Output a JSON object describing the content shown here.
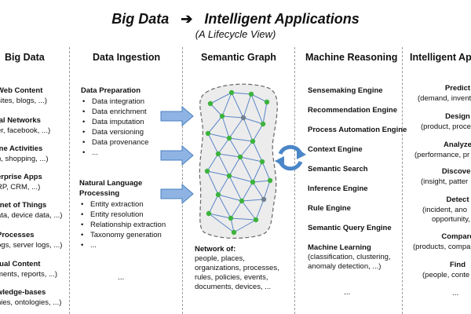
{
  "title": {
    "from": "Big Data",
    "to": "Intelligent Applications",
    "subtitle": "(A Lifecycle View)"
  },
  "columns": {
    "big_data": {
      "header": "Big Data",
      "items": [
        {
          "title": "Web Content",
          "detail": "sites, blogs, ...)"
        },
        {
          "title": "ial Networks",
          "detail": "er, facebook, ...)"
        },
        {
          "title": "ine Activities",
          "detail": "h, shopping, ...)"
        },
        {
          "title": "erprise Apps",
          "detail": "RP, CRM, ...)"
        },
        {
          "title": "rnet of Things",
          "detail": "ata, device data, ...)"
        },
        {
          "title": "Processes",
          "detail": "ogs, server logs, ...)"
        },
        {
          "title": "tual Content",
          "detail": "ments, reports, ...)"
        },
        {
          "title": "wledge-bases",
          "detail": "nies, ontologies, ...)"
        }
      ]
    },
    "ingestion": {
      "header": "Data Ingestion",
      "prep_title": "Data Preparation",
      "prep_items": [
        "Data integration",
        "Data enrichment",
        "Data imputation",
        "Data versioning",
        "Data provenance",
        "..."
      ],
      "nlp_title_1": "Natural Language",
      "nlp_title_2": "Processing",
      "nlp_items": [
        "Entity extraction",
        "Entity resolution",
        "Relationship extraction",
        "Taxonomy generation",
        "..."
      ],
      "ellipsis": "..."
    },
    "semantic_graph": {
      "header": "Semantic Graph",
      "network_title": "Network of:",
      "network_lines": [
        "people, places,",
        "organizations, processes,",
        "rules, policies, events,",
        "documents, devices, ..."
      ]
    },
    "reasoning": {
      "header": "Machine Reasoning",
      "engines": [
        "Sensemaking Engine",
        "Recommendation Engine",
        "Process Automation Engine",
        "Context Engine",
        "Semantic Search",
        "Inference Engine",
        "Rule Engine",
        "Semantic Query Engine"
      ],
      "ml_title": "Machine Learning",
      "ml_lines": [
        "(classification, clustering,",
        "anomaly detection, ...)"
      ],
      "ellipsis": "..."
    },
    "apps": {
      "header": "Intelligent App",
      "items": [
        {
          "title": "Predict",
          "detail": "(demand, invent"
        },
        {
          "title": "Design",
          "detail": "(product, proce"
        },
        {
          "title": "Analyze",
          "detail": "(performance, pr"
        },
        {
          "title": "Discover",
          "detail": "(insight, patter"
        },
        {
          "title": "Detect",
          "detail": "(incident, ano",
          "detail2": "opportunity,"
        },
        {
          "title": "Compare",
          "detail": "(products, compa"
        },
        {
          "title": "Find",
          "detail": "(people, conte"
        }
      ],
      "ellipsis": "..."
    }
  },
  "colors": {
    "arrow_fill": "#8fb4e3",
    "arrow_stroke": "#4a7fc1",
    "node_green": "#3db33d",
    "node_gray": "#6f7f8f",
    "edge": "#5a86c8",
    "blob_fill": "#ececec",
    "cycle": "#4a86c8"
  }
}
